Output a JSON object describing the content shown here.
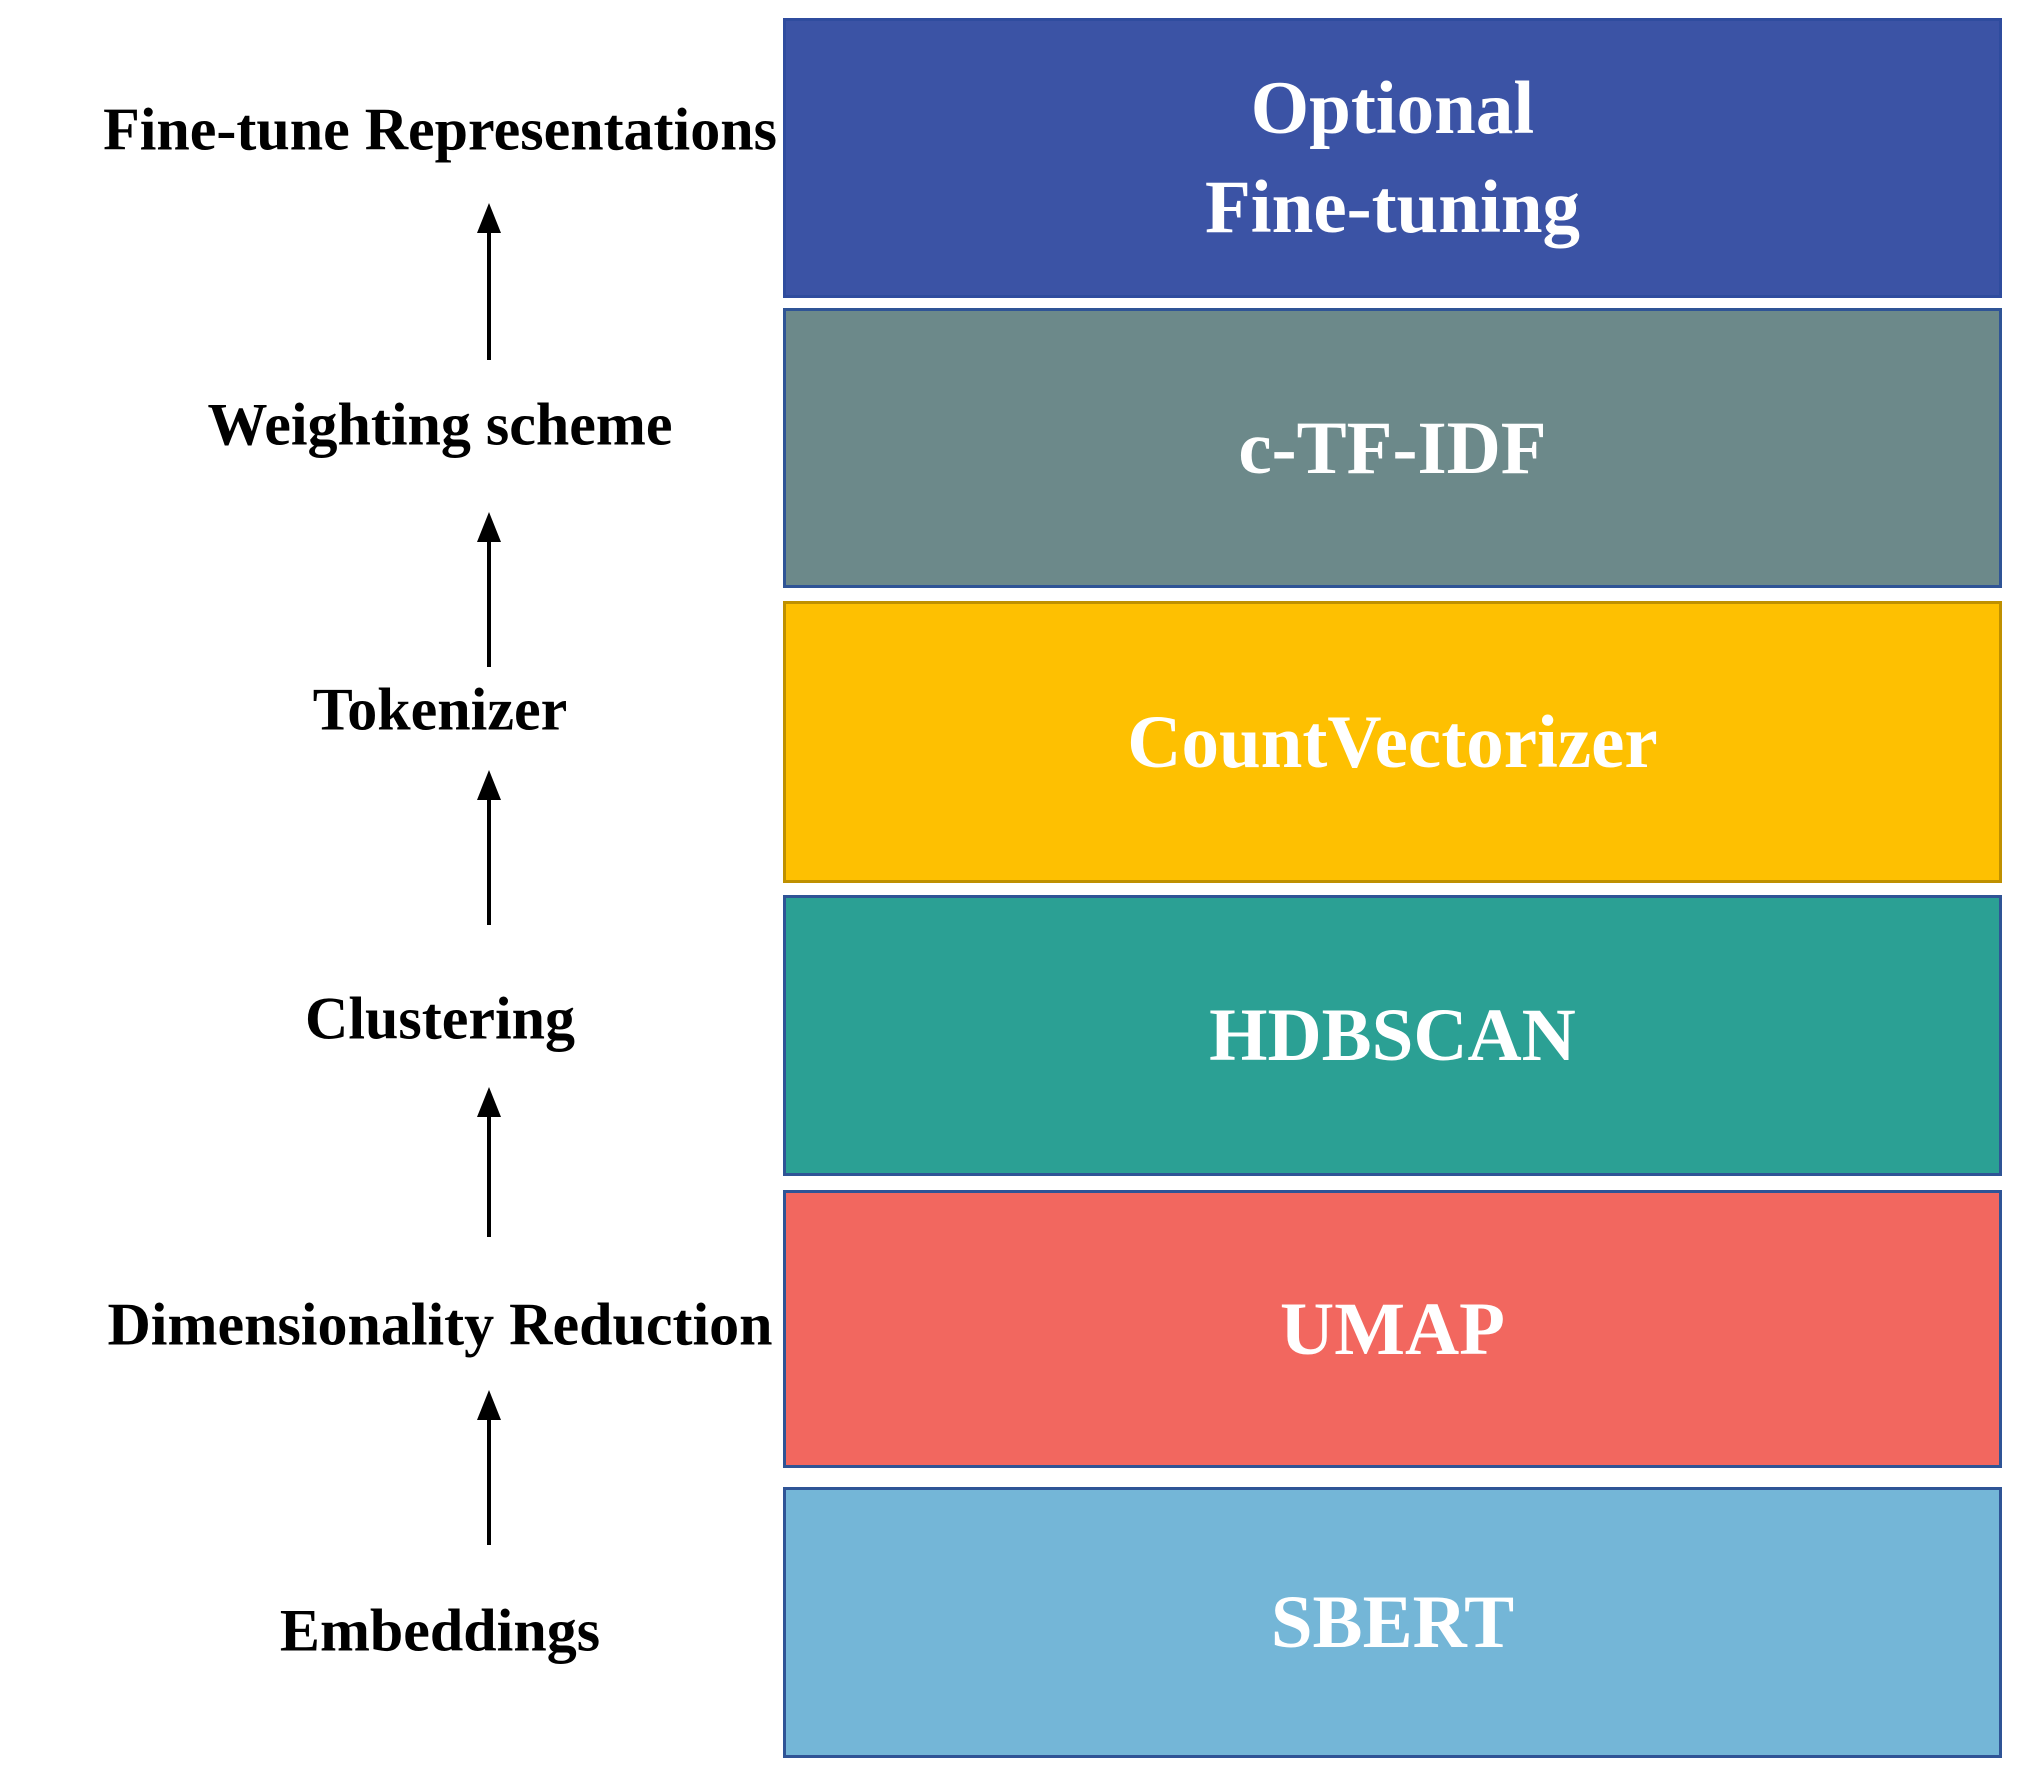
{
  "stages": [
    {
      "label": "Fine-tune Representations",
      "component": "Optional\nFine-tuning",
      "fill": "#3B53A5",
      "border_color": "#2F4C9E",
      "text_color": "#FFFFFF"
    },
    {
      "label": "Weighting scheme",
      "component": "c-TF-IDF",
      "fill": "#6C898A",
      "border_color": "#2F5496",
      "text_color": "#FFFFFF"
    },
    {
      "label": "Tokenizer",
      "component": "CountVectorizer",
      "fill": "#FEC001",
      "border_color": "#BF9000",
      "text_color": "#FFFFFF"
    },
    {
      "label": "Clustering",
      "component": "HDBSCAN",
      "fill": "#2BA094",
      "border_color": "#2F5496",
      "text_color": "#FFFFFF"
    },
    {
      "label": "Dimensionality Reduction",
      "component": "UMAP",
      "fill": "#F2675F",
      "border_color": "#2F5496",
      "text_color": "#FFFFFF"
    },
    {
      "label": "Embeddings",
      "component": "SBERT",
      "fill": "#74B6D7",
      "border_color": "#2F5496",
      "text_color": "#FFFFFF"
    }
  ],
  "arrow": {
    "color": "#000000"
  },
  "label_color": "#000000",
  "background": "#FFFFFF"
}
